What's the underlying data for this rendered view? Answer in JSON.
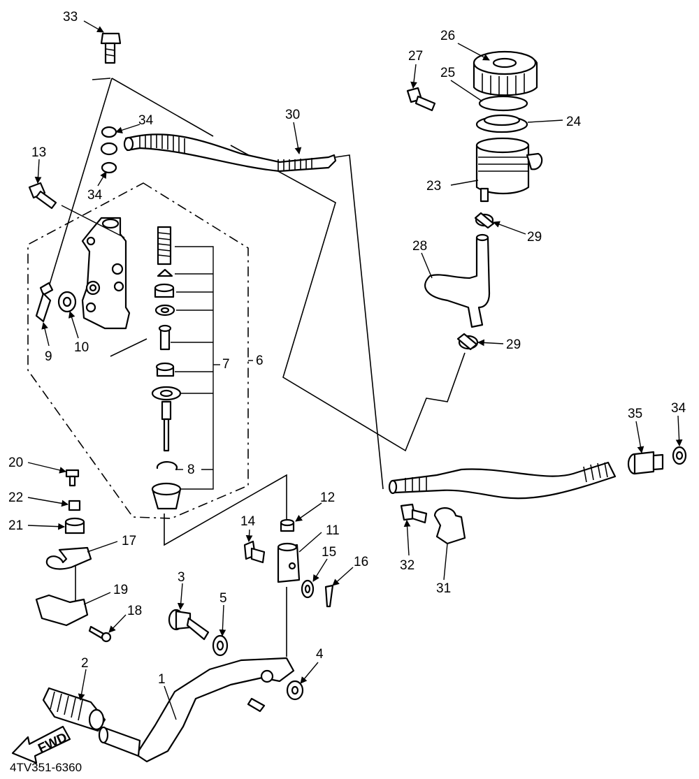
{
  "diagram": {
    "code": "4TV351-6360",
    "arrow_label": "FWD",
    "callouts": [
      "1",
      "2",
      "3",
      "4",
      "5",
      "6",
      "7",
      "8",
      "9",
      "10",
      "11",
      "12",
      "13",
      "14",
      "15",
      "16",
      "17",
      "18",
      "19",
      "20",
      "21",
      "22",
      "23",
      "24",
      "25",
      "26",
      "27",
      "28",
      "29",
      "29",
      "30",
      "31",
      "32",
      "33",
      "34",
      "34",
      "34",
      "35"
    ]
  }
}
